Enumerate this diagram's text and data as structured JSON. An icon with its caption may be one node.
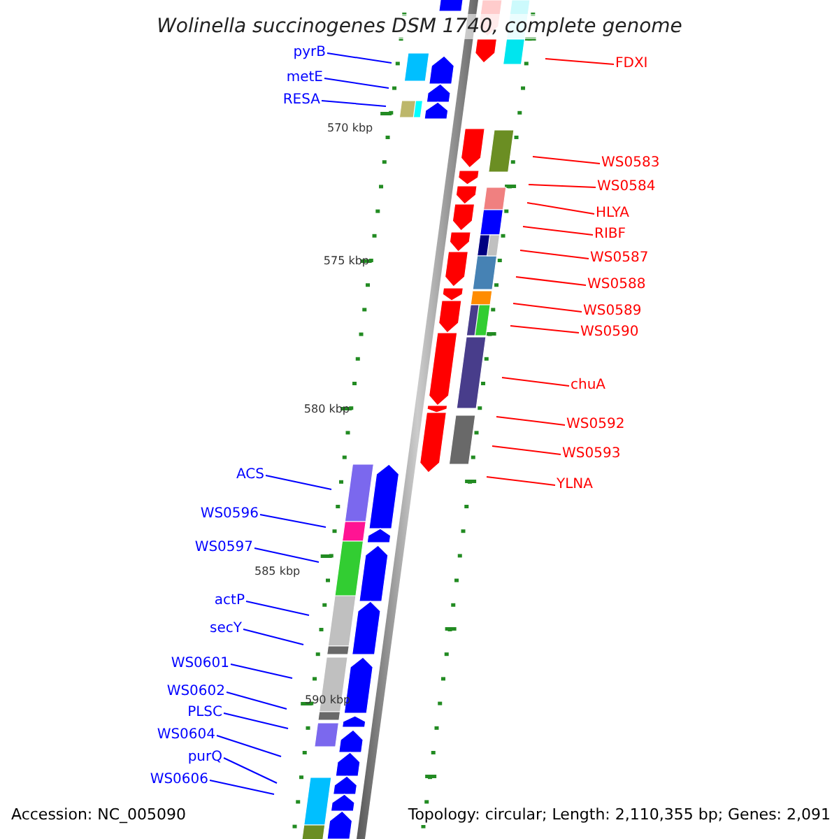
{
  "diagram": {
    "title": "Wolinella succinogenes DSM 1740, complete genome",
    "nodes": [
      {
        "text": [
          "pyrB"
        ]
      },
      {
        "text": [
          "FDXI"
        ]
      },
      {
        "text": [
          "metE"
        ]
      },
      {
        "text": [
          "RESA"
        ]
      },
      {
        "text": [
          "WS0583"
        ]
      },
      {
        "text": [
          "WS0584"
        ]
      },
      {
        "text": [
          "HLYA"
        ]
      },
      {
        "text": [
          "RIBF"
        ]
      },
      {
        "text": [
          "WS0587"
        ]
      },
      {
        "text": [
          "WS0588"
        ]
      },
      {
        "text": [
          "WS0589"
        ]
      },
      {
        "text": [
          "WS0590"
        ]
      },
      {
        "text": [
          "chuA"
        ]
      },
      {
        "text": [
          "WS0592"
        ]
      },
      {
        "text": [
          "WS0593"
        ]
      },
      {
        "text": [
          "YLNA"
        ]
      },
      {
        "text": [
          "ACS"
        ]
      },
      {
        "text": [
          "WS0596"
        ]
      },
      {
        "text": [
          "WS0597"
        ]
      },
      {
        "text": [
          "actP"
        ]
      },
      {
        "text": [
          "secY"
        ]
      },
      {
        "text": [
          "WS0601"
        ]
      },
      {
        "text": [
          "WS0602"
        ]
      },
      {
        "text": [
          "PLSC"
        ]
      },
      {
        "text": [
          "WS0604"
        ]
      },
      {
        "text": [
          "purQ"
        ]
      },
      {
        "text": [
          "WS0606"
        ]
      }
    ],
    "edges": [
      {
        "from": 0,
        "to": null,
        "arrow": "none"
      },
      {
        "from": 1,
        "to": null,
        "arrow": "none",
        "color": "#ff0000"
      },
      {
        "from": 2,
        "to": null,
        "arrow": "none"
      },
      {
        "from": 3,
        "to": null,
        "arrow": "none"
      },
      {
        "from": 4,
        "to": null,
        "arrow": "none",
        "color": "#ff0000"
      },
      {
        "from": 5,
        "to": null,
        "arrow": "none",
        "color": "#ff0000"
      },
      {
        "from": 6,
        "to": null,
        "arrow": "none",
        "color": "#ff0000"
      },
      {
        "from": 7,
        "to": null,
        "arrow": "none",
        "color": "#ff0000"
      },
      {
        "from": 8,
        "to": null,
        "arrow": "none",
        "color": "#ff0000"
      },
      {
        "from": 9,
        "to": null,
        "arrow": "none",
        "color": "#ff0000"
      },
      {
        "from": 10,
        "to": null,
        "arrow": "none",
        "color": "#ff0000"
      },
      {
        "from": 11,
        "to": null,
        "arrow": "none",
        "color": "#ff0000"
      },
      {
        "from": 12,
        "to": null,
        "arrow": "none",
        "color": "#ff0000"
      },
      {
        "from": 13,
        "to": null,
        "arrow": "none",
        "color": "#ff0000"
      },
      {
        "from": 14,
        "to": null,
        "arrow": "none",
        "color": "#ff0000"
      },
      {
        "from": 15,
        "to": null,
        "arrow": "none",
        "color": "#ff0000"
      },
      {
        "from": 16,
        "to": null,
        "arrow": "none"
      },
      {
        "from": 17,
        "to": null,
        "arrow": "none"
      },
      {
        "from": 18,
        "to": null,
        "arrow": "none"
      },
      {
        "from": 19,
        "to": null,
        "arrow": "none"
      },
      {
        "from": 20,
        "to": null,
        "arrow": "none"
      },
      {
        "from": 21,
        "to": null,
        "arrow": "none"
      },
      {
        "from": 22,
        "to": null,
        "arrow": "none"
      },
      {
        "from": 23,
        "to": null,
        "arrow": "none"
      },
      {
        "from": 24,
        "to": null,
        "arrow": "none"
      },
      {
        "from": 25,
        "to": null,
        "arrow": "none"
      },
      {
        "from": 26,
        "to": null,
        "arrow": "none"
      }
    ],
    "labels": [
      "570 kbp",
      "575 kbp",
      "580 kbp",
      "585 kbp",
      "590 kbp",
      "Accession: NC_005090",
      "Topology: circular; Length: 2,110,355 bp; Genes: 2,091"
    ]
  }
}
